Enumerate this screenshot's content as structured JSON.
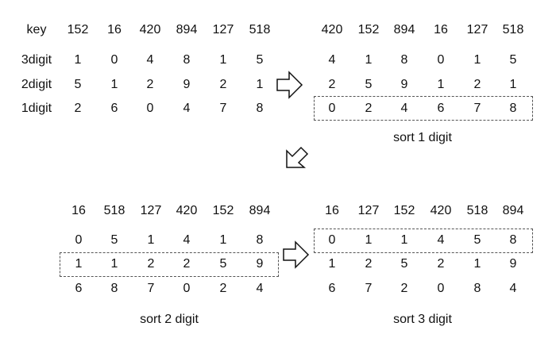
{
  "initial": {
    "row_labels": [
      "key",
      "3digit",
      "2digit",
      "1digit"
    ],
    "keys": [
      "152",
      "16",
      "420",
      "894",
      "127",
      "518"
    ],
    "d3": [
      "1",
      "0",
      "4",
      "8",
      "1",
      "5"
    ],
    "d2": [
      "5",
      "1",
      "2",
      "9",
      "2",
      "1"
    ],
    "d1": [
      "2",
      "6",
      "0",
      "4",
      "7",
      "8"
    ]
  },
  "sort1": {
    "caption": "sort 1 digit",
    "keys": [
      "420",
      "152",
      "894",
      "16",
      "127",
      "518"
    ],
    "d3": [
      "4",
      "1",
      "8",
      "0",
      "1",
      "5"
    ],
    "d2": [
      "2",
      "5",
      "9",
      "1",
      "2",
      "1"
    ],
    "d1": [
      "0",
      "2",
      "4",
      "6",
      "7",
      "8"
    ],
    "highlighted_row": "d1"
  },
  "sort2": {
    "caption": "sort 2 digit",
    "keys": [
      "16",
      "518",
      "127",
      "420",
      "152",
      "894"
    ],
    "d3": [
      "0",
      "5",
      "1",
      "4",
      "1",
      "8"
    ],
    "d2": [
      "1",
      "1",
      "2",
      "2",
      "5",
      "9"
    ],
    "d1": [
      "6",
      "8",
      "7",
      "0",
      "2",
      "4"
    ],
    "highlighted_row": "d2"
  },
  "sort3": {
    "caption": "sort 3 digit",
    "keys": [
      "16",
      "127",
      "152",
      "420",
      "518",
      "894"
    ],
    "d3": [
      "0",
      "1",
      "1",
      "4",
      "5",
      "8"
    ],
    "d2": [
      "1",
      "2",
      "5",
      "2",
      "1",
      "9"
    ],
    "d1": [
      "6",
      "7",
      "2",
      "0",
      "8",
      "4"
    ],
    "highlighted_row": "d3"
  },
  "arrows": [
    {
      "from": "initial",
      "to": "sort1",
      "direction": "right"
    },
    {
      "from": "sort1",
      "to": "sort2",
      "direction": "down-left"
    },
    {
      "from": "sort2",
      "to": "sort3",
      "direction": "right"
    }
  ]
}
